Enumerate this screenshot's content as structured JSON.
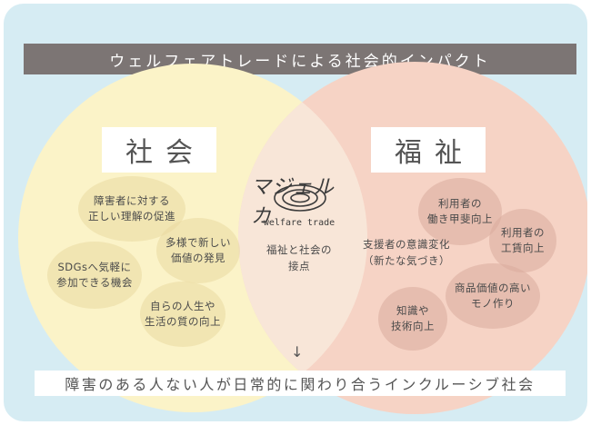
{
  "title": "ウェルフェアトレードによる社会的インパクト",
  "society": {
    "label": "社会",
    "items": [
      "障害者に対する\n正しい理解の促進",
      "多様で新しい\n価値の発見",
      "SDGsへ気軽に\n参加できる機会",
      "自らの人生や\n生活の質の向上"
    ]
  },
  "welfare": {
    "label": "福祉",
    "items": [
      "利用者の\n働き甲斐向上",
      "利用者の\n工賃向上",
      "支援者の意識変化\n（新たな気づき）",
      "商品価値の高い\nモノ作り",
      "知識や\n技術向上"
    ]
  },
  "center": {
    "logo_text": "マジェルカ",
    "logo_sub": "welfare trade",
    "caption": "福祉と社会の\n接点"
  },
  "conclusion": "障害のある人ない人が日常的に関わり合うインクルーシブ社会",
  "colors": {
    "background": "#d6ecf3",
    "society_circle": "#fbf3c8",
    "welfare_circle": "#f6d3c5",
    "overlap": "#f8e6d8",
    "title_bar": "#7c7574"
  }
}
